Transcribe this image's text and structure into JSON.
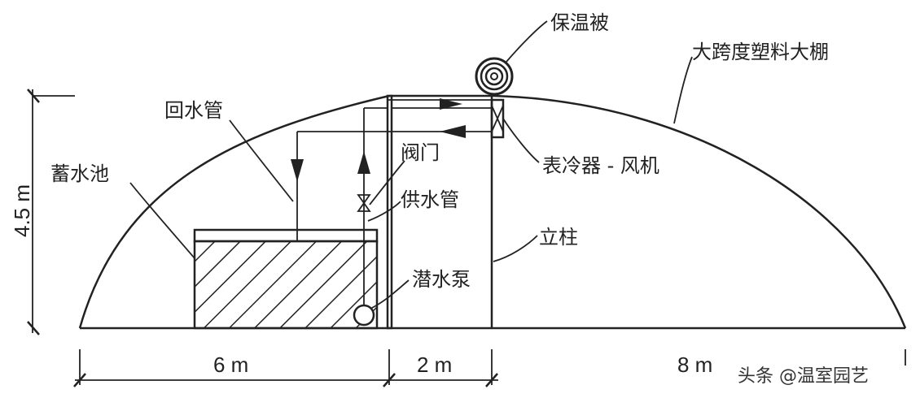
{
  "labels": {
    "blanket": "保温被",
    "greenhouse": "大跨度塑料大棚",
    "return_pipe": "回水管",
    "reservoir": "蓄水池",
    "valve": "阀门",
    "supply_pipe": "供水管",
    "cooler_fan": "表冷器 - 风机",
    "column": "立柱",
    "pump": "潜水泵"
  },
  "dimensions": {
    "height": "4.5 m",
    "left_span": "6 m",
    "middle_span": "2 m",
    "right_span": "8 m"
  },
  "watermark": "头条 @温室园艺"
}
